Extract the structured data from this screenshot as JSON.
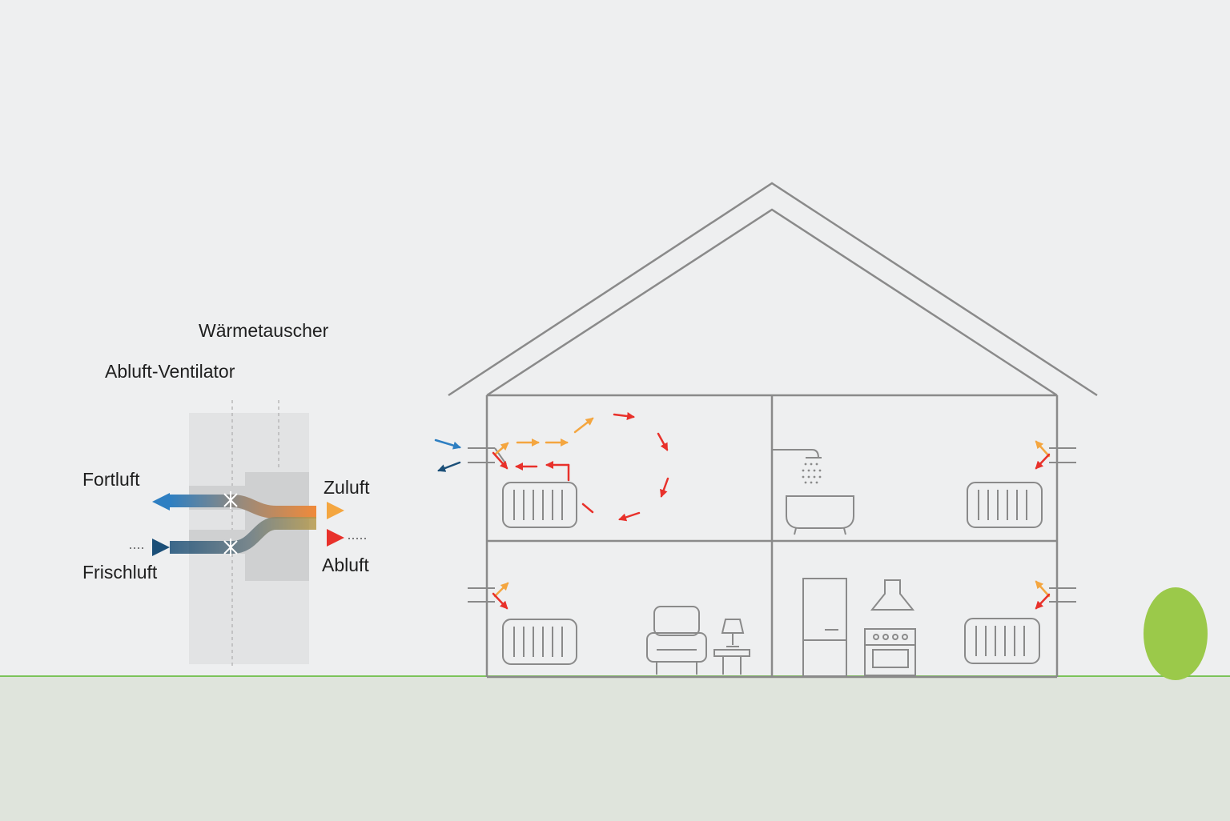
{
  "labels": {
    "waermetauscher": "Wärmetauscher",
    "abluft_ventilator": "Abluft-Ventilator",
    "fortluft": "Fortluft",
    "zuluft": "Zuluft",
    "frischluft": "Frischluft",
    "abluft": "Abluft"
  },
  "colors": {
    "background": "#eeeff0",
    "ground": "#dfe4dc",
    "ground_line": "#7cc35a",
    "outline": "#8a8a8a",
    "fresh_blue": "#2e7fc2",
    "dark_blue": "#1b4f78",
    "warm_orange": "#f4a640",
    "hot_red": "#e8312b",
    "bush_green": "#9bc94a"
  },
  "icons": [
    "shower-icon",
    "bathtub-icon",
    "radiator-icon",
    "armchair-icon",
    "lamp-icon",
    "fridge-icon",
    "range-hood-icon",
    "stove-icon",
    "fan-icon",
    "vent-icon",
    "bush-icon"
  ]
}
